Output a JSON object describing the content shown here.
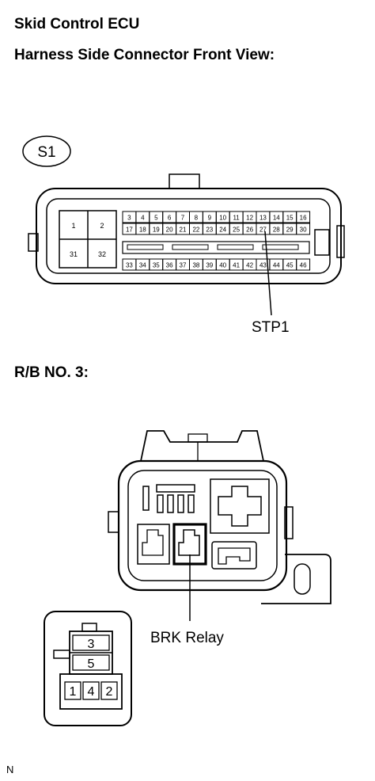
{
  "headings": {
    "title": "Skid Control ECU",
    "subtitle": "Harness Side Connector Front View:",
    "relay_block": "R/B NO. 3:"
  },
  "ecu_connector": {
    "id": "S1",
    "large_pins": [
      "1",
      "2",
      "31",
      "32"
    ],
    "row1_pins": [
      "3",
      "4",
      "5",
      "6",
      "7",
      "8",
      "9",
      "10",
      "11",
      "12",
      "13",
      "14",
      "15",
      "16"
    ],
    "row2_pins": [
      "17",
      "18",
      "19",
      "20",
      "21",
      "22",
      "23",
      "24",
      "25",
      "26",
      "27",
      "28",
      "29",
      "30"
    ],
    "row3_pins": [
      "33",
      "34",
      "35",
      "36",
      "37",
      "38",
      "39",
      "40",
      "41",
      "42",
      "43",
      "44",
      "45",
      "46"
    ],
    "callout": "STP1"
  },
  "relay_block": {
    "callout": "BRK Relay",
    "relay_pins": [
      "3",
      "5",
      "1",
      "4",
      "2"
    ]
  },
  "footer": {
    "code": "N"
  }
}
